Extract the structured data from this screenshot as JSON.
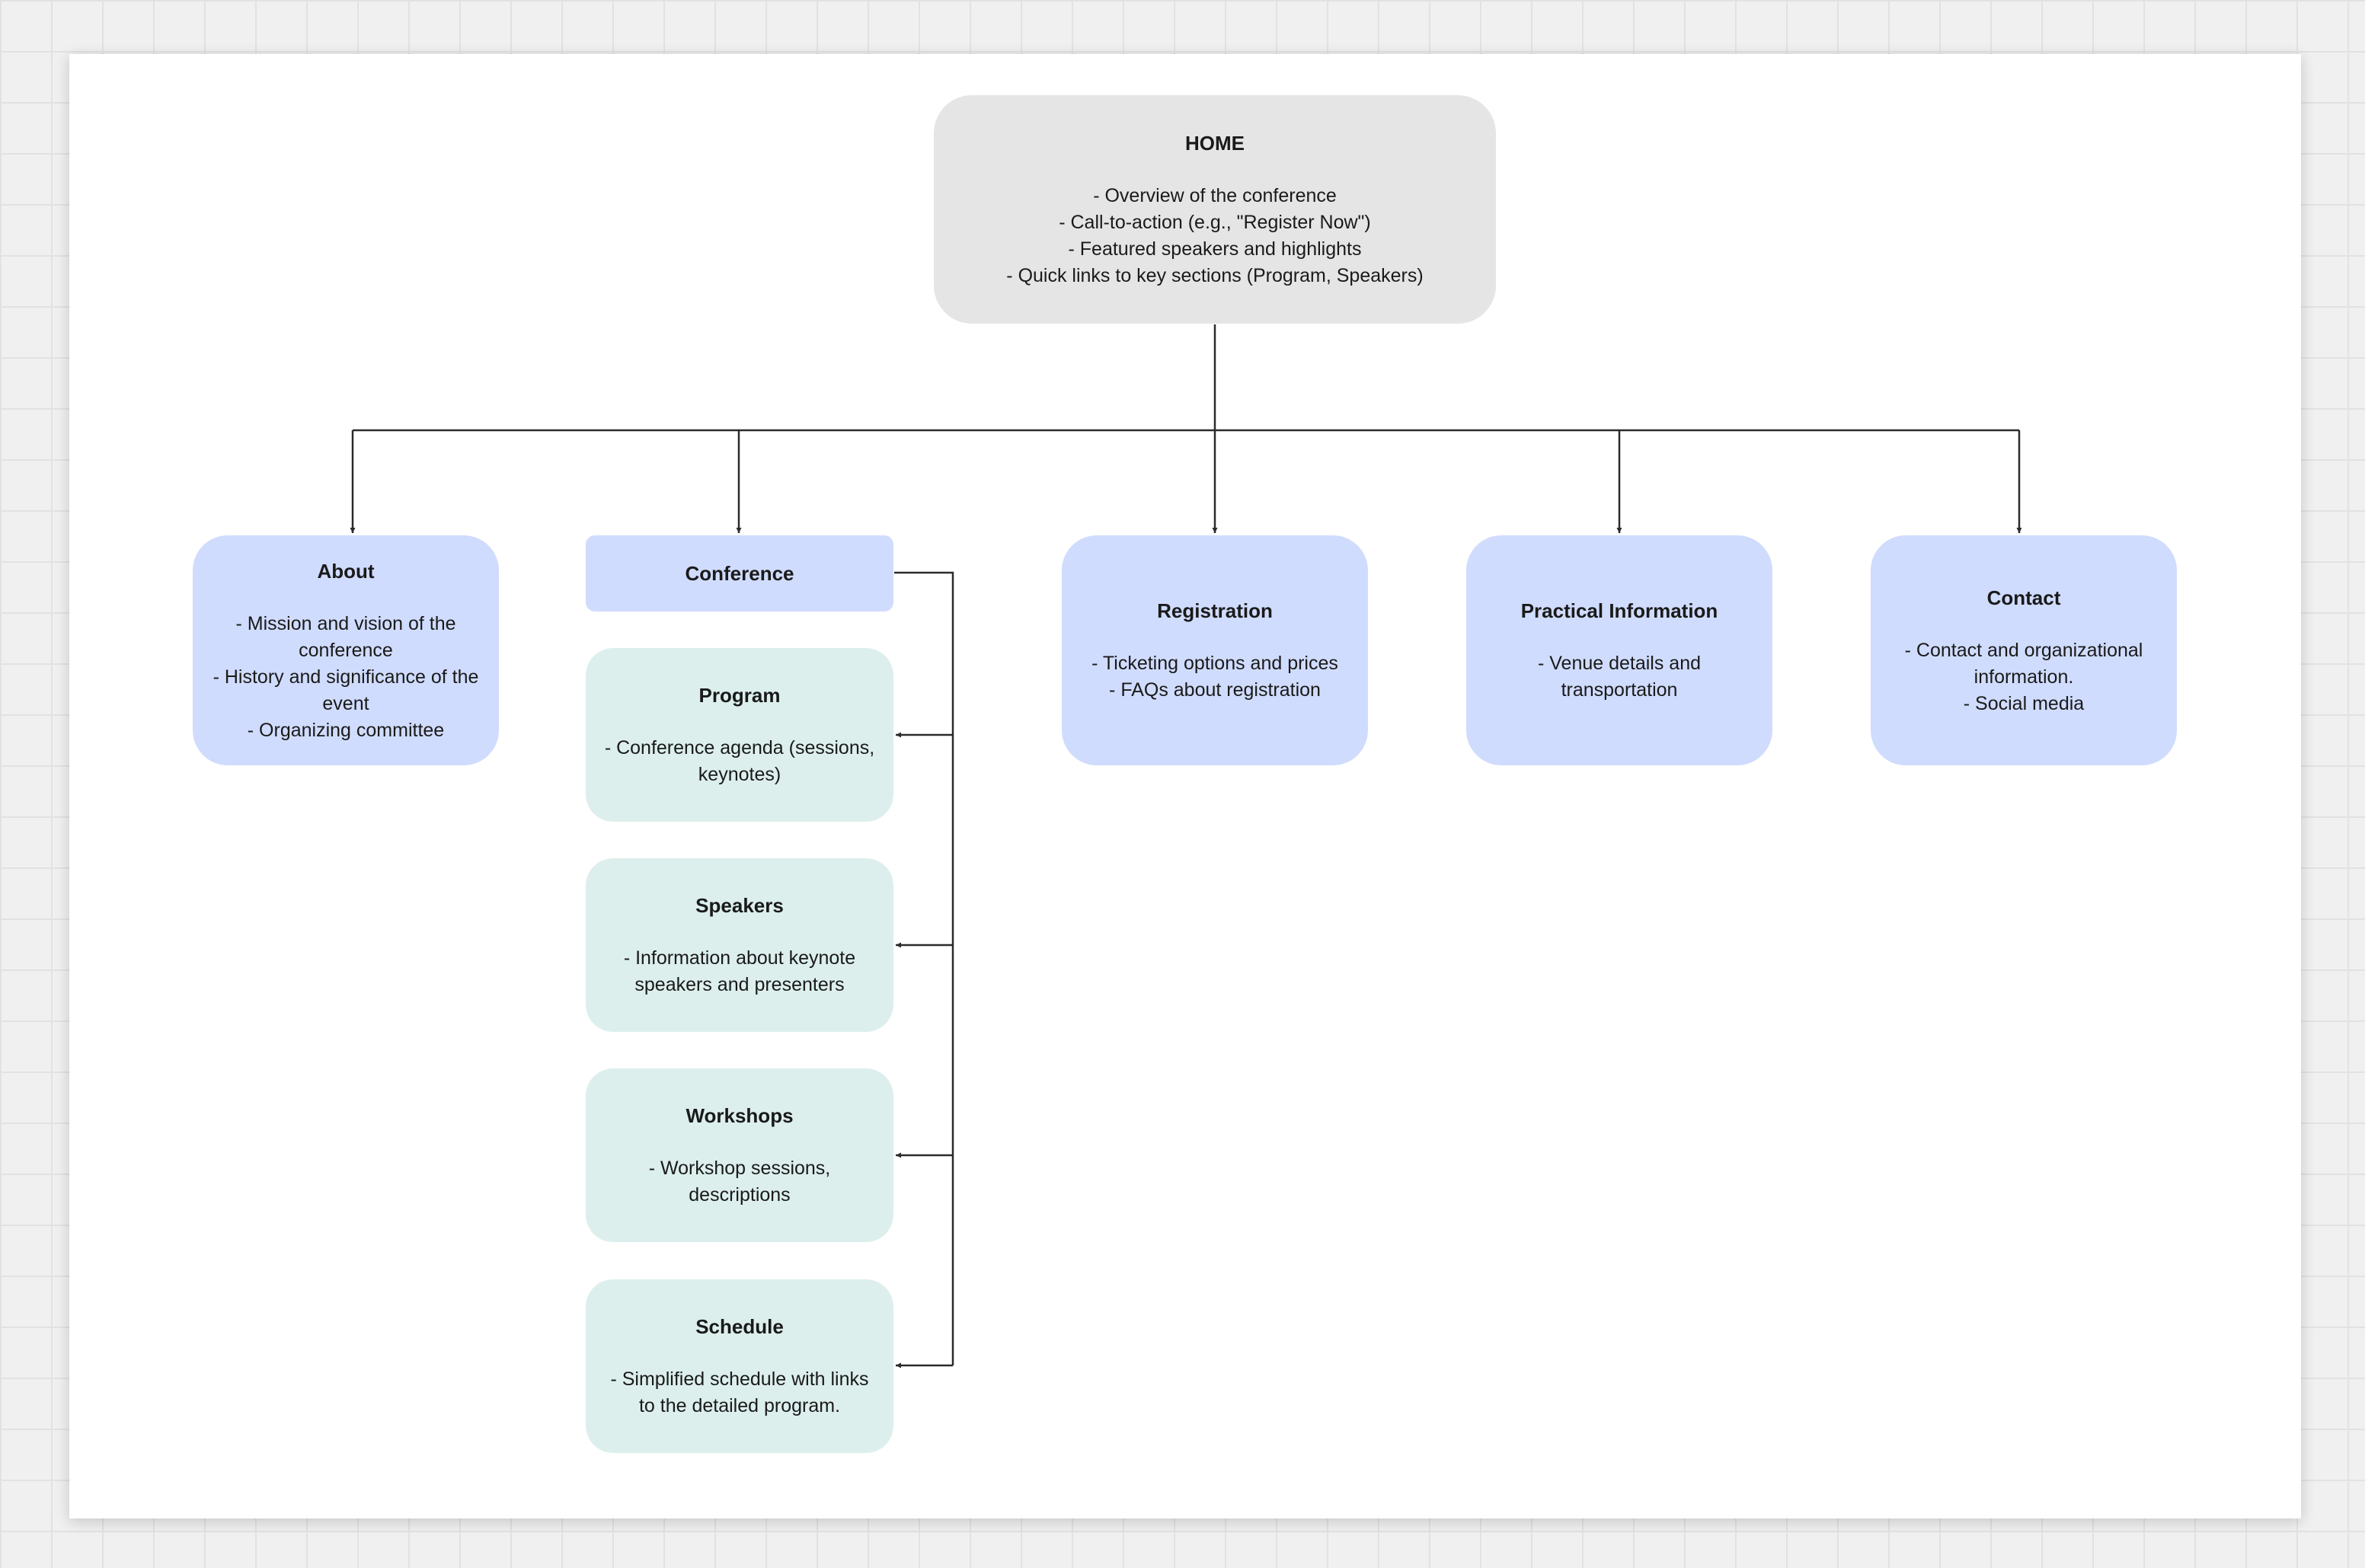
{
  "colors": {
    "home": "#e5e5e5",
    "section": "#d0dcfd",
    "subsection": "#dcefed",
    "connector": "#2b2b2b"
  },
  "nodes": {
    "home": {
      "title": "HOME",
      "lines": [
        "- Overview of the conference",
        "- Call-to-action (e.g., \"Register Now\")",
        "- Featured speakers and highlights",
        "- Quick links to key sections (Program, Speakers)"
      ]
    },
    "about": {
      "title": "About",
      "lines": [
        "- Mission and vision of the",
        "conference",
        "- History and significance of the",
        "event",
        "- Organizing committee"
      ]
    },
    "conference": {
      "title": "Conference"
    },
    "registration": {
      "title": "Registration",
      "lines": [
        "- Ticketing options and prices",
        "- FAQs about registration"
      ]
    },
    "practical": {
      "title": "Practical Information",
      "lines": [
        "- Venue details and",
        "transportation"
      ]
    },
    "contact": {
      "title": "Contact",
      "lines": [
        "- Contact and organizational",
        "information.",
        "- Social media"
      ]
    },
    "program": {
      "title": "Program",
      "lines": [
        "- Conference agenda (sessions,",
        "keynotes)"
      ]
    },
    "speakers": {
      "title": "Speakers",
      "lines": [
        "- Information about keynote",
        "speakers and presenters"
      ]
    },
    "workshops": {
      "title": "Workshops",
      "lines": [
        "- Workshop sessions,",
        "descriptions"
      ]
    },
    "schedule": {
      "title": "Schedule",
      "lines": [
        "- Simplified schedule with links",
        "to the detailed program."
      ]
    }
  }
}
